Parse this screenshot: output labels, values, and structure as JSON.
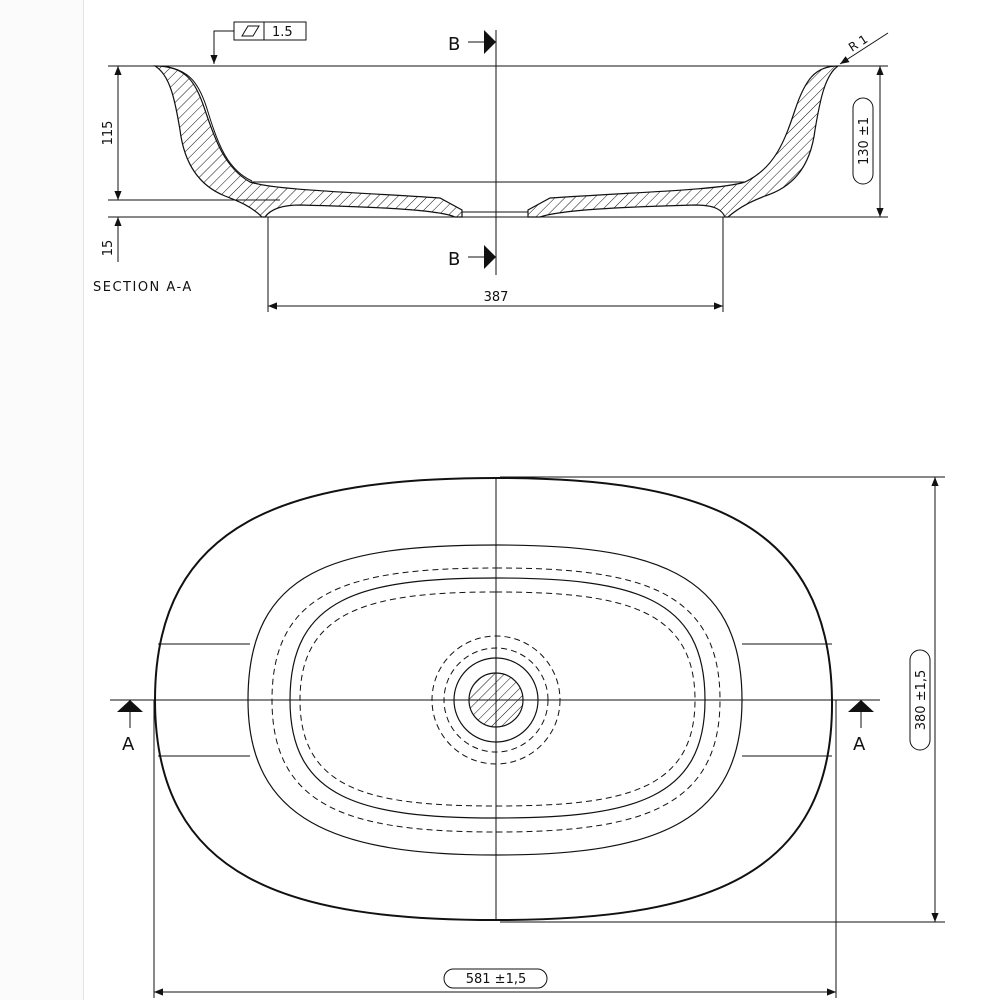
{
  "drawing": {
    "section_label": "SECTION A-A",
    "flatness_tolerance": {
      "symbol": "flatness-parallelogram",
      "value": "1.5"
    },
    "radius_callout": "R 1",
    "section_markers": {
      "b_top": "B",
      "b_bottom": "B",
      "a_left": "A",
      "a_right": "A"
    },
    "section_view": {
      "dim_height_inner": "115",
      "dim_base_height": "15",
      "dim_total_height": "130 ±1",
      "dim_base_width": "387"
    },
    "plan_view": {
      "dim_width": "581 ±1,5",
      "dim_depth": "380 ±1,5"
    }
  },
  "colors": {
    "line": "#111111",
    "background": "#ffffff",
    "margin": "#fbfbfb"
  }
}
